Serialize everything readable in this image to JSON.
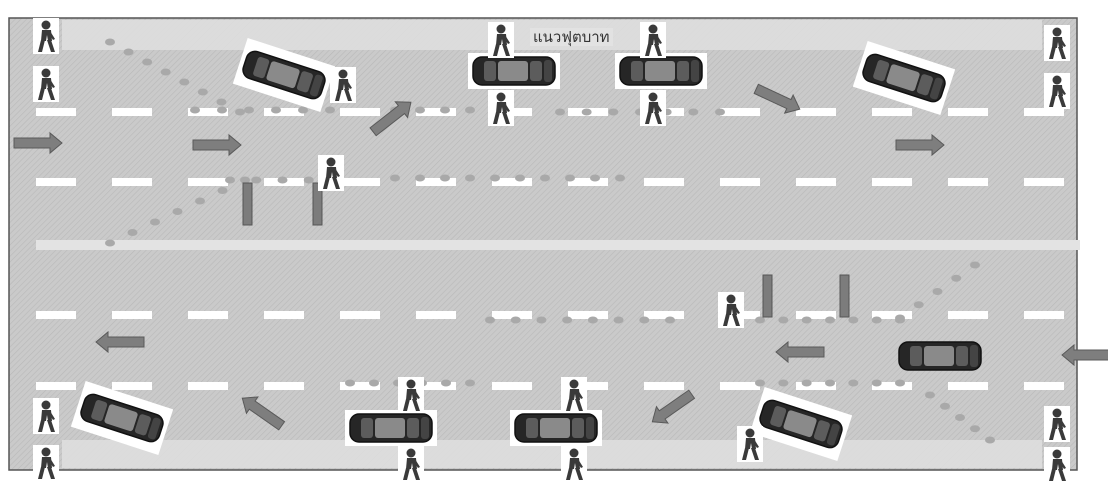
{
  "labels": {
    "sidewalk_line": "แนวฟุตบาท"
  },
  "colors": {
    "road": "#c9c9c9",
    "sidewalk": "#dedede",
    "lane_marking": "#ffffff",
    "median": "#e2e2e2",
    "arrow": "#7e7e7e",
    "dot": "#a9a9a9",
    "car_body": "#2c2c2c",
    "car_roof": "#8c8c8c",
    "pedestrian": "#3a3a3a",
    "border": "#555555"
  },
  "icons": {
    "pedestrian": "pedestrian-icon",
    "car": "car-icon",
    "arrow": "direction-arrow",
    "dot": "crossing-dot",
    "bar": "barrier-post"
  }
}
